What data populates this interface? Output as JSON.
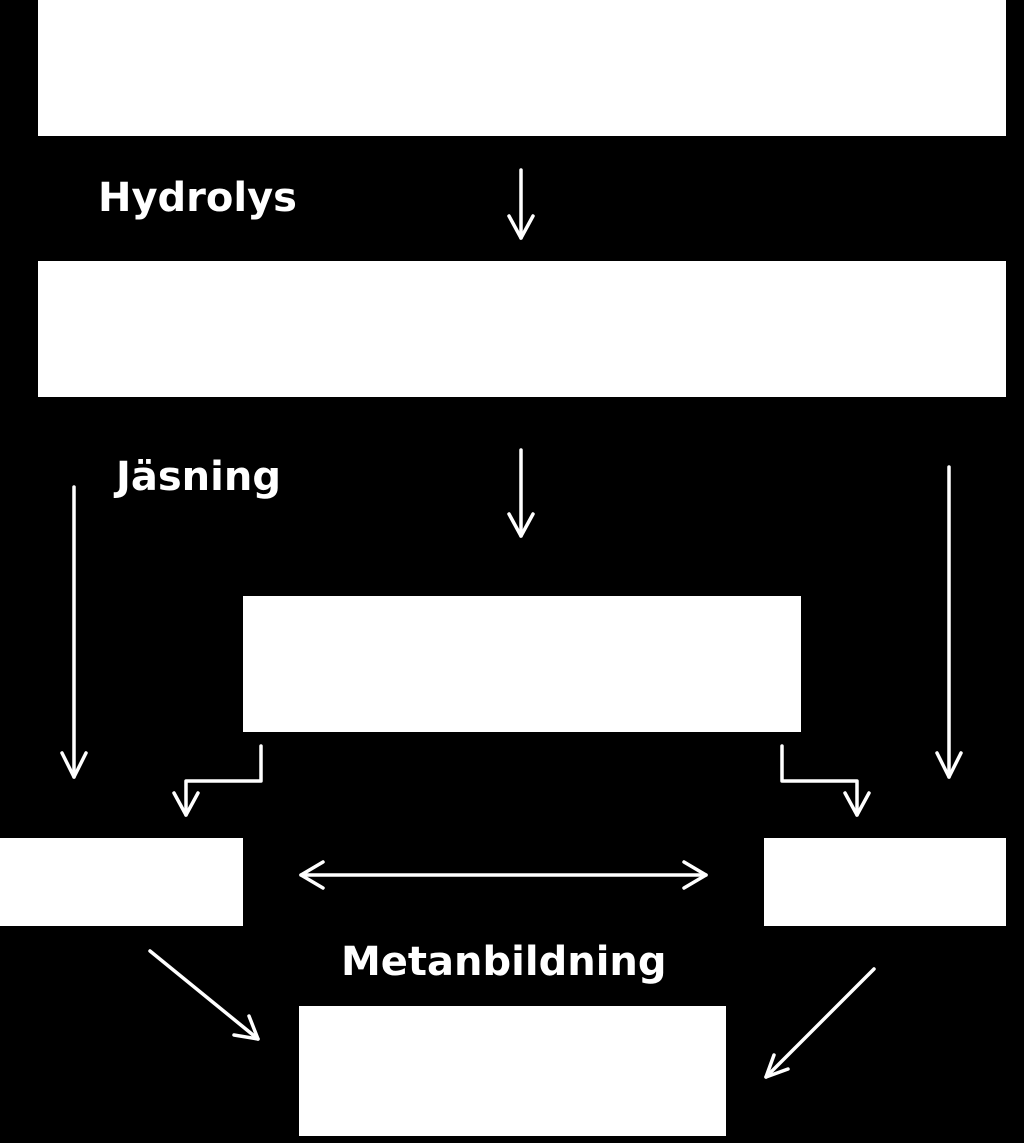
{
  "labels": {
    "hydrolys": "Hydrolys",
    "jasning": "Jäsning",
    "metanbildning": "Metanbildning"
  },
  "colors": {
    "background": "#000000",
    "boxes": "#ffffff",
    "arrows": "#ffffff",
    "text": "#ffffff"
  }
}
